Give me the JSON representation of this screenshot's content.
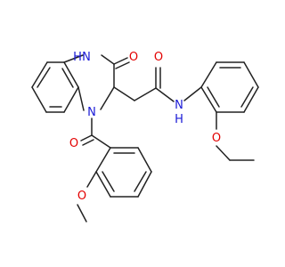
{
  "structure": {
    "atoms": {
      "nh": "N",
      "nh_h": "H",
      "n1": "N",
      "o_lactam": "O",
      "o_amide": "O",
      "amide_n": "N",
      "amide_h": "H",
      "o_ethoxy": "O",
      "o_carbonyl": "O",
      "o_methoxy": "O"
    }
  }
}
